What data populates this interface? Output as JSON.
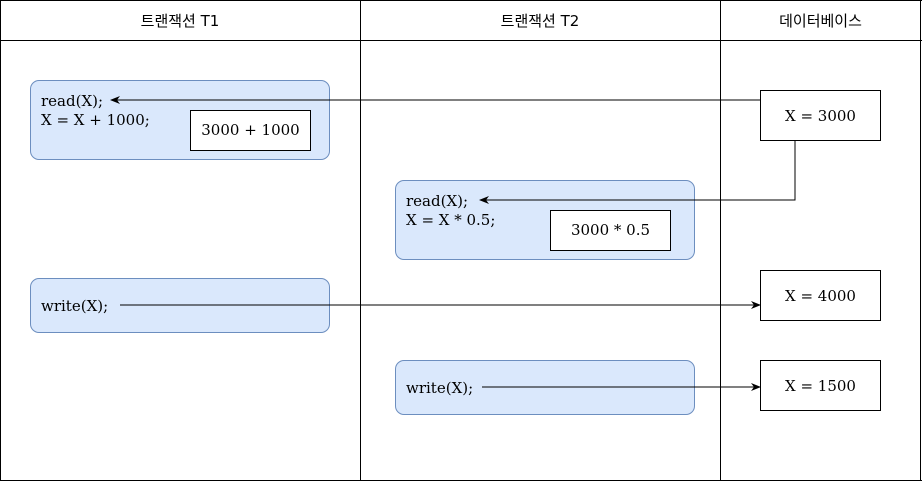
{
  "columns": {
    "t1": "트랜잭션 T1",
    "t2": "트랜잭션 T2",
    "db": "데이터베이스"
  },
  "t1_read": {
    "line1": "read(X);",
    "line2": "X = X + 1000;",
    "calc": "3000 + 1000"
  },
  "t2_read": {
    "line1": "read(X);",
    "line2": "X = X * 0.5;",
    "calc": "3000 * 0.5"
  },
  "t1_write": {
    "line1": "write(X);"
  },
  "t2_write": {
    "line1": "write(X);"
  },
  "db_values": {
    "initial": "X = 3000",
    "after_t1": "X = 4000",
    "after_t2": "X = 1500"
  }
}
